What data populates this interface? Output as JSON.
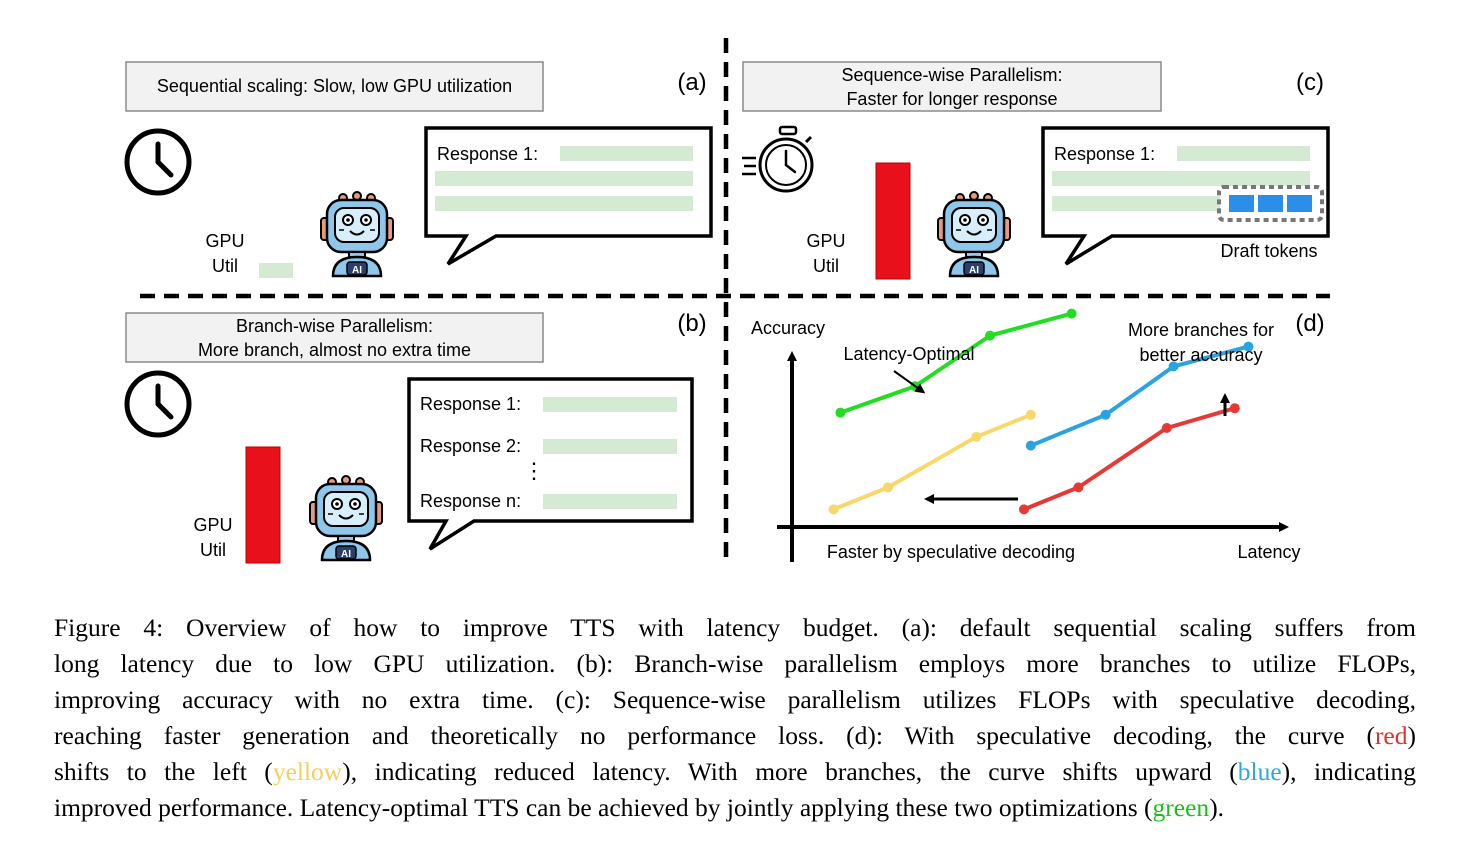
{
  "panels": {
    "a": {
      "label": "(a)",
      "title": "Sequential scaling: Slow, low GPU utilization",
      "gpu_label_1": "GPU",
      "gpu_label_2": "Util",
      "gpu_util_fraction": 0.12,
      "response_label": "Response 1:"
    },
    "b": {
      "label": "(b)",
      "title_line1": "Branch-wise Parallelism:",
      "title_line2": "More branch, almost no extra time",
      "gpu_label_1": "GPU",
      "gpu_label_2": "Util",
      "gpu_util_fraction": 1.0,
      "responses": [
        "Response 1:",
        "Response 2:",
        "⋮",
        "Response n:"
      ]
    },
    "c": {
      "label": "(c)",
      "title_line1": "Sequence-wise Parallelism:",
      "title_line2": "Faster for longer response",
      "gpu_label_1": "GPU",
      "gpu_label_2": "Util",
      "gpu_util_fraction": 1.0,
      "response_label": "Response 1:",
      "draft_label": "Draft tokens"
    },
    "d": {
      "label": "(d)",
      "y_axis": "Accuracy",
      "x_axis": "Latency",
      "x_note": "Faster by speculative decoding",
      "annot_optimal": "Latency-Optimal",
      "annot_branches_1": "More branches for",
      "annot_branches_2": "better accuracy"
    }
  },
  "robot_badge": "AI",
  "colors": {
    "red": "#e53935",
    "yellow": "#f9d86b",
    "blue": "#2aa4e0",
    "green": "#22dd22",
    "bar_red": "#e8101a",
    "response_line": "#d5ead2",
    "draft_token": "#2b8fe8",
    "title_box": "#f2f2f2"
  },
  "chart_data": {
    "type": "line",
    "xlabel": "Latency",
    "ylabel": "Accuracy",
    "series": [
      {
        "color": "red",
        "x": [
          0.3,
          0.38,
          0.51,
          0.61
        ],
        "y": [
          0.08,
          0.18,
          0.45,
          0.54
        ]
      },
      {
        "color": "yellow",
        "x": [
          0.02,
          0.1,
          0.23,
          0.31
        ],
        "y": [
          0.08,
          0.18,
          0.41,
          0.51
        ]
      },
      {
        "color": "blue",
        "x": [
          0.31,
          0.42,
          0.52,
          0.63
        ],
        "y": [
          0.37,
          0.51,
          0.73,
          0.82
        ]
      },
      {
        "color": "green",
        "x": [
          0.03,
          0.14,
          0.25,
          0.37
        ],
        "y": [
          0.52,
          0.64,
          0.87,
          0.97
        ]
      }
    ]
  },
  "caption": {
    "l1": "Figure 4:  Overview of how to improve TTS with latency budget.  (a):  default sequential scaling suffers from",
    "l2": "long latency due to low GPU utilization. (b): Branch-wise parallelism employs more branches to utilize FLOPs,",
    "l3": "improving accuracy with no extra time. (c): Sequence-wise parallelism utilizes FLOPs with speculative decoding,",
    "l4a": "reaching faster generation and theoretically no performance loss. (d): With speculative decoding, the curve (",
    "red": "red",
    "l4b": ")",
    "l5a": "shifts to the left (",
    "yellow": "yellow",
    "l5b": "), indicating reduced latency. With more branches, the curve shifts upward (",
    "blue": "blue",
    "l5c": "), indicating",
    "l6a": "improved performance. Latency-optimal TTS can be achieved by jointly applying these two optimizations (",
    "green": "green",
    "l6b": ")."
  }
}
